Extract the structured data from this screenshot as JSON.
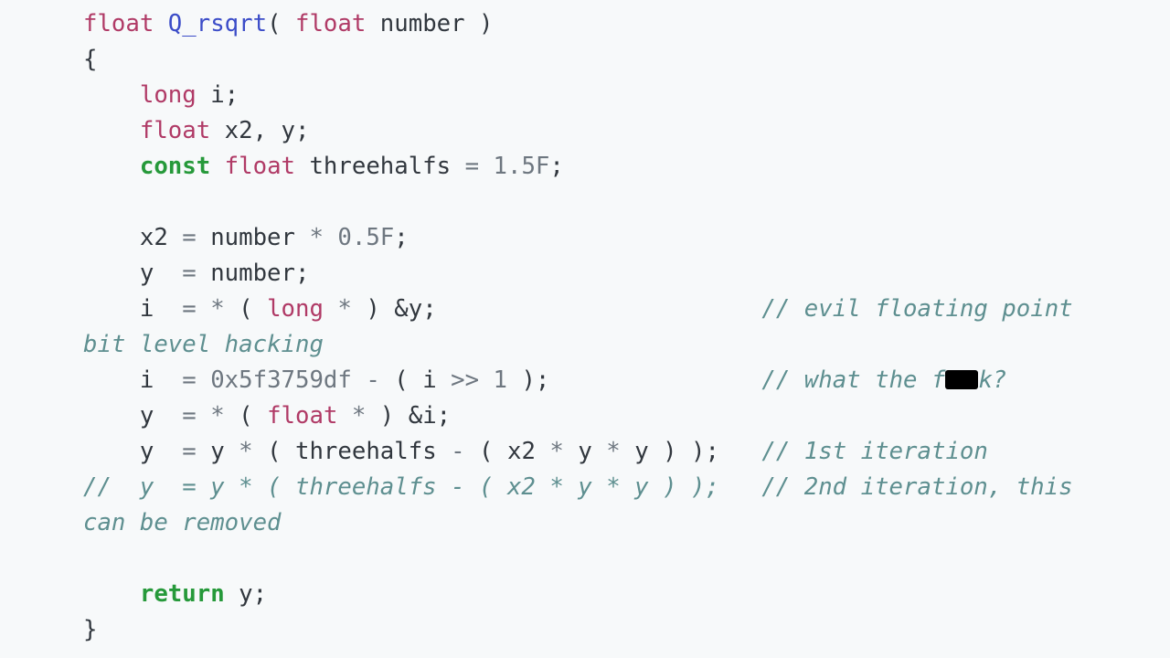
{
  "page": {
    "background": "#f7f9fa"
  },
  "colors": {
    "bg": "#f7f9fa",
    "plain": "#31373e",
    "type": "#b03a66",
    "func": "#3b4cc8",
    "decl": "#26993a",
    "lit": "#6e7780",
    "comment": "#5e8f90",
    "censor": "#000000"
  },
  "code": {
    "language": "c",
    "function_name": "Q_rsqrt",
    "lines": [
      [
        {
          "t": "float",
          "s": "type"
        },
        {
          "t": " ",
          "s": "plain"
        },
        {
          "t": "Q_rsqrt",
          "s": "func"
        },
        {
          "t": "( ",
          "s": "plain"
        },
        {
          "t": "float",
          "s": "type"
        },
        {
          "t": " number )",
          "s": "plain"
        }
      ],
      [
        {
          "t": "{",
          "s": "plain"
        }
      ],
      [
        {
          "t": "    ",
          "s": "plain"
        },
        {
          "t": "long",
          "s": "type"
        },
        {
          "t": " i;",
          "s": "plain"
        }
      ],
      [
        {
          "t": "    ",
          "s": "plain"
        },
        {
          "t": "float",
          "s": "type"
        },
        {
          "t": " x2, y;",
          "s": "plain"
        }
      ],
      [
        {
          "t": "    ",
          "s": "plain"
        },
        {
          "t": "const",
          "s": "decl"
        },
        {
          "t": " ",
          "s": "plain"
        },
        {
          "t": "float",
          "s": "type"
        },
        {
          "t": " threehalfs ",
          "s": "plain"
        },
        {
          "t": "=",
          "s": "lit"
        },
        {
          "t": " ",
          "s": "plain"
        },
        {
          "t": "1.5F",
          "s": "lit"
        },
        {
          "t": ";",
          "s": "plain"
        }
      ],
      [],
      [
        {
          "t": "    x2 ",
          "s": "plain"
        },
        {
          "t": "=",
          "s": "lit"
        },
        {
          "t": " number ",
          "s": "plain"
        },
        {
          "t": "*",
          "s": "lit"
        },
        {
          "t": " ",
          "s": "plain"
        },
        {
          "t": "0.5F",
          "s": "lit"
        },
        {
          "t": ";",
          "s": "plain"
        }
      ],
      [
        {
          "t": "    y  ",
          "s": "plain"
        },
        {
          "t": "=",
          "s": "lit"
        },
        {
          "t": " number;",
          "s": "plain"
        }
      ],
      [
        {
          "t": "    i  ",
          "s": "plain"
        },
        {
          "t": "=",
          "s": "lit"
        },
        {
          "t": " ",
          "s": "plain"
        },
        {
          "t": "*",
          "s": "lit"
        },
        {
          "t": " ( ",
          "s": "plain"
        },
        {
          "t": "long",
          "s": "type"
        },
        {
          "t": " ",
          "s": "plain"
        },
        {
          "t": "*",
          "s": "lit"
        },
        {
          "t": " ) &y;",
          "s": "plain"
        },
        {
          "t": "                       ",
          "s": "plain"
        },
        {
          "t": "// evil floating point",
          "s": "comment"
        }
      ],
      [
        {
          "t": "bit level hacking",
          "s": "comment"
        }
      ],
      [
        {
          "t": "    i  ",
          "s": "plain"
        },
        {
          "t": "=",
          "s": "lit"
        },
        {
          "t": " ",
          "s": "plain"
        },
        {
          "t": "0x5f3759df",
          "s": "lit"
        },
        {
          "t": " ",
          "s": "plain"
        },
        {
          "t": "-",
          "s": "lit"
        },
        {
          "t": " ( i ",
          "s": "plain"
        },
        {
          "t": ">>",
          "s": "lit"
        },
        {
          "t": " ",
          "s": "plain"
        },
        {
          "t": "1",
          "s": "lit"
        },
        {
          "t": " );",
          "s": "plain"
        },
        {
          "t": "               ",
          "s": "plain"
        },
        {
          "t": "// what the f",
          "s": "comment"
        },
        {
          "s": "censor"
        },
        {
          "t": "k?",
          "s": "comment"
        }
      ],
      [
        {
          "t": "    y  ",
          "s": "plain"
        },
        {
          "t": "=",
          "s": "lit"
        },
        {
          "t": " ",
          "s": "plain"
        },
        {
          "t": "*",
          "s": "lit"
        },
        {
          "t": " ( ",
          "s": "plain"
        },
        {
          "t": "float",
          "s": "type"
        },
        {
          "t": " ",
          "s": "plain"
        },
        {
          "t": "*",
          "s": "lit"
        },
        {
          "t": " ) &i;",
          "s": "plain"
        }
      ],
      [
        {
          "t": "    y  ",
          "s": "plain"
        },
        {
          "t": "=",
          "s": "lit"
        },
        {
          "t": " y ",
          "s": "plain"
        },
        {
          "t": "*",
          "s": "lit"
        },
        {
          "t": " ( threehalfs ",
          "s": "plain"
        },
        {
          "t": "-",
          "s": "lit"
        },
        {
          "t": " ( x2 ",
          "s": "plain"
        },
        {
          "t": "*",
          "s": "lit"
        },
        {
          "t": " y ",
          "s": "plain"
        },
        {
          "t": "*",
          "s": "lit"
        },
        {
          "t": " y ) );",
          "s": "plain"
        },
        {
          "t": "   ",
          "s": "plain"
        },
        {
          "t": "// 1st iteration",
          "s": "comment"
        }
      ],
      [
        {
          "t": "//  y  = y * ( threehalfs - ( x2 * y * y ) );   // 2nd iteration, this",
          "s": "comment"
        }
      ],
      [
        {
          "t": "can be removed",
          "s": "comment"
        }
      ],
      [],
      [
        {
          "t": "    ",
          "s": "plain"
        },
        {
          "t": "return",
          "s": "decl"
        },
        {
          "t": " y;",
          "s": "plain"
        }
      ],
      [
        {
          "t": "}",
          "s": "plain"
        }
      ]
    ]
  }
}
